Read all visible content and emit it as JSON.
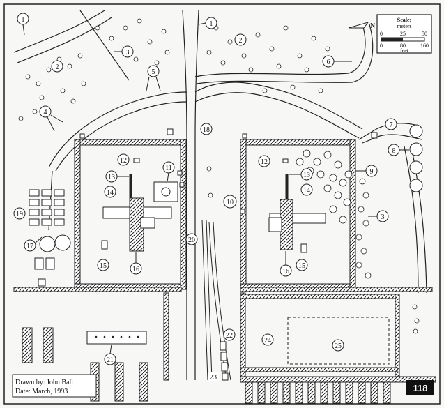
{
  "page_number": "118",
  "north_label": "N",
  "scale": {
    "title": "Scale:",
    "unit_top": "meters",
    "unit_bottom": "feet",
    "top_ticks": [
      "0",
      "25",
      "50"
    ],
    "bottom_ticks": [
      "0",
      "80",
      "160"
    ]
  },
  "credit": {
    "drawn_by": "Drawn by: John Ball",
    "date": "Date:   March, 1993"
  },
  "markers": [
    {
      "id": "m1a",
      "label": "1"
    },
    {
      "id": "m1b",
      "label": "1"
    },
    {
      "id": "m2a",
      "label": "2"
    },
    {
      "id": "m2b",
      "label": "2"
    },
    {
      "id": "m3a",
      "label": "3"
    },
    {
      "id": "m3b",
      "label": "3"
    },
    {
      "id": "m4",
      "label": "4"
    },
    {
      "id": "m5",
      "label": "5"
    },
    {
      "id": "m6",
      "label": "6"
    },
    {
      "id": "m7",
      "label": "7"
    },
    {
      "id": "m8",
      "label": "8"
    },
    {
      "id": "m9",
      "label": "9"
    },
    {
      "id": "m10",
      "label": "10"
    },
    {
      "id": "m11",
      "label": "11"
    },
    {
      "id": "m12a",
      "label": "12"
    },
    {
      "id": "m12b",
      "label": "12"
    },
    {
      "id": "m13a",
      "label": "13"
    },
    {
      "id": "m13b",
      "label": "13"
    },
    {
      "id": "m14a",
      "label": "14"
    },
    {
      "id": "m14b",
      "label": "14"
    },
    {
      "id": "m15a",
      "label": "15"
    },
    {
      "id": "m15b",
      "label": "15"
    },
    {
      "id": "m16a",
      "label": "16"
    },
    {
      "id": "m16b",
      "label": "16"
    },
    {
      "id": "m17",
      "label": "17"
    },
    {
      "id": "m18",
      "label": "18"
    },
    {
      "id": "m19",
      "label": "19"
    },
    {
      "id": "m20",
      "label": "20"
    },
    {
      "id": "m21",
      "label": "21"
    },
    {
      "id": "m22",
      "label": "22"
    },
    {
      "id": "m23",
      "label": "23"
    },
    {
      "id": "m24",
      "label": "24"
    },
    {
      "id": "m25",
      "label": "25"
    }
  ]
}
